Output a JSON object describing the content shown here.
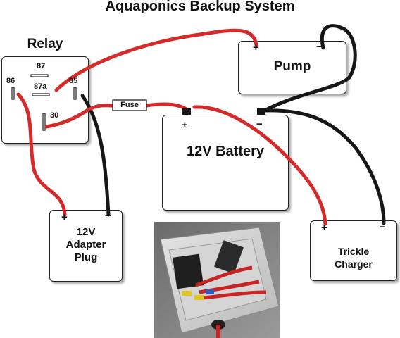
{
  "title": "Aquaponics Backup System",
  "relay": {
    "label": "Relay",
    "pins": {
      "p87": "87",
      "p87a": "87a",
      "p86": "86",
      "p85": "85",
      "p30": "30"
    }
  },
  "pump": {
    "label": "Pump",
    "plus": "+",
    "minus": "−"
  },
  "battery": {
    "label": "12V Battery",
    "plus": "+",
    "minus": "−"
  },
  "adapter": {
    "line1": "12V",
    "line2": "Adapter",
    "line3": "Plug",
    "plus": "+",
    "minus": "−"
  },
  "charger": {
    "line1": "Trickle",
    "line2": "Charger",
    "plus": "+",
    "minus": "−"
  },
  "fuse": {
    "label": "Fuse"
  },
  "colors": {
    "positive_wire": "#d42a2a",
    "negative_wire": "#161616",
    "box_border": "#222222"
  }
}
